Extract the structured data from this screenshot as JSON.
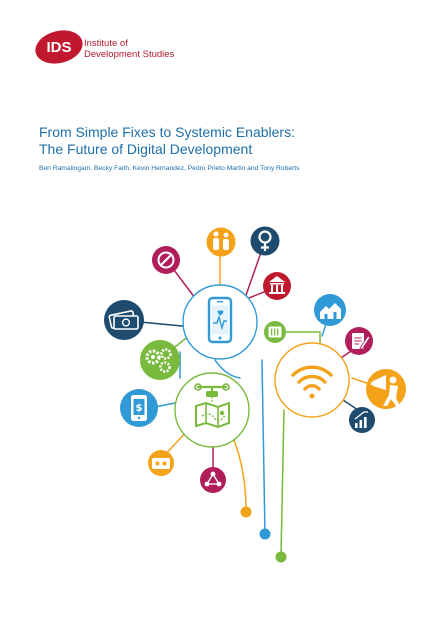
{
  "logo": {
    "mark": "IDS",
    "line1": "Institute of",
    "line2": "Development Studies",
    "color": "#c0192f"
  },
  "title": {
    "line1": "From Simple Fixes to Systemic Enablers:",
    "line2": "The Future of Digital Development"
  },
  "authors": "Ben Ramalingam, Becky Faith, Kevin Hernandez, Pedro Prieto Martin and Tony Roberts",
  "colors": {
    "title": "#1f6fa8",
    "navy": "#1e4b6e",
    "blue": "#2f9ad6",
    "green": "#79b93c",
    "orange": "#f4a21a",
    "magenta": "#b01f5b",
    "red": "#c0192f"
  },
  "icons": [
    "elderly-people-icon",
    "female-symbol-icon",
    "no-discrimination-icon",
    "government-building-icon",
    "money-icon",
    "smartphone-health-icon",
    "ticket-icon",
    "houses-icon",
    "document-pen-icon",
    "gears-icon",
    "wifi-icon",
    "megaphone-person-icon",
    "mobile-money-icon",
    "drone-map-icon",
    "growth-chart-icon",
    "cassette-icon",
    "network-icon"
  ]
}
